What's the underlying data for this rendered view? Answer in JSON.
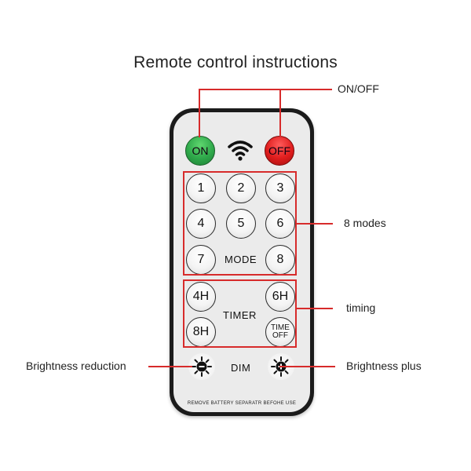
{
  "title": "Remote control instructions",
  "callouts": {
    "on_off": "ON/OFF",
    "modes": "8 modes",
    "timing": "timing",
    "brightness_reduction": "Brightness reduction",
    "brightness_plus": "Brightness plus"
  },
  "buttons": {
    "on": "ON",
    "off": "OFF",
    "mode_1": "1",
    "mode_2": "2",
    "mode_3": "3",
    "mode_4": "4",
    "mode_5": "5",
    "mode_6": "6",
    "mode_7": "7",
    "mode_8": "8",
    "timer_4h": "4H",
    "timer_6h": "6H",
    "timer_8h": "8H",
    "time_off_line1": "TIME",
    "time_off_line2": "OFF"
  },
  "labels": {
    "mode": "MODE",
    "timer": "TIMER",
    "dim": "DIM",
    "footer": "REMOVE BATTERY SEPARATR BEFOHE USE"
  },
  "icons": {
    "signal": "wifi-signal-icon",
    "dim_minus": "sun-minus-icon",
    "dim_plus": "sun-plus-icon"
  },
  "colors": {
    "annotation": "#d72b2b",
    "on_button": "#2ea84a",
    "off_button": "#e01d1d",
    "remote_body": "#1b1b1b"
  }
}
